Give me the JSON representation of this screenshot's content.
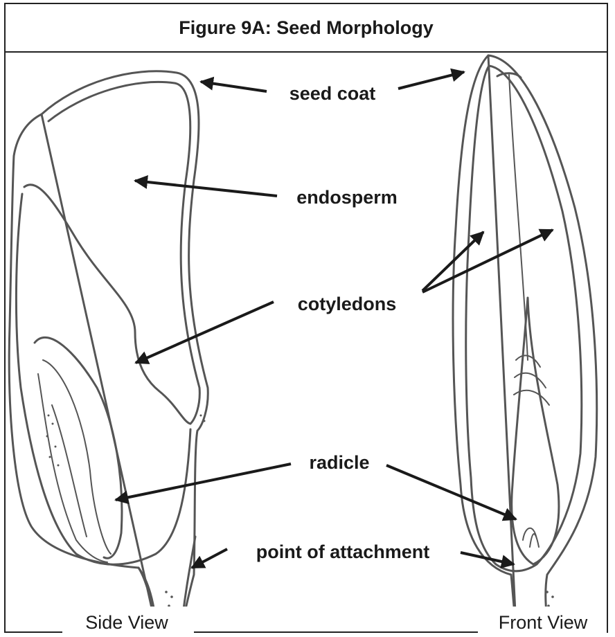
{
  "figure": {
    "title": "Figure 9A: Seed Morphology"
  },
  "labels": {
    "seed_coat": "seed coat",
    "endosperm": "endosperm",
    "cotyledons": "cotyledons",
    "radicle": "radicle",
    "point_of_attachment": "point of attachment"
  },
  "captions": {
    "side_view": "Side View",
    "front_view": "Front View"
  },
  "colors": {
    "line": "#555555",
    "text": "#1a1a1a",
    "background": "#ffffff"
  }
}
